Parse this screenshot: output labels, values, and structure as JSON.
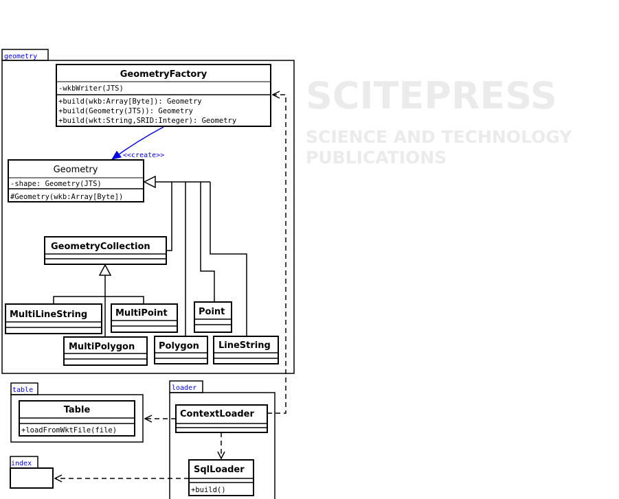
{
  "watermark": {
    "line1": "SCITEPRESS",
    "line2": "SCIENCE AND TECHNOLOGY PUBLICATIONS"
  },
  "packages": {
    "geometry": "geometry",
    "table": "table",
    "loader": "loader",
    "index": "index"
  },
  "classes": {
    "geometry_factory": {
      "name": "GeometryFactory",
      "attrs": [
        "-wkbWriter(JTS)"
      ],
      "ops": [
        "+build(wkb:Array[Byte]): Geometry",
        "+build(Geometry(JTS)): Geometry",
        "+build(wkt:String,SRID:Integer): Geometry"
      ]
    },
    "geometry": {
      "name": "Geometry",
      "attrs": [
        "-shape: Geometry(JTS)"
      ],
      "ops": [
        "#Geometry(wkb:Array[Byte])"
      ]
    },
    "geometry_collection": {
      "name": "GeometryCollection"
    },
    "multi_line_string": {
      "name": "MultiLineString"
    },
    "multi_point": {
      "name": "MultiPoint"
    },
    "point": {
      "name": "Point"
    },
    "multi_polygon": {
      "name": "MultiPolygon"
    },
    "polygon": {
      "name": "Polygon"
    },
    "line_string": {
      "name": "LineString"
    },
    "table": {
      "name": "Table",
      "ops": [
        "+loadFromWktFile(file)"
      ]
    },
    "context_loader": {
      "name": "ContextLoader"
    },
    "sql_loader": {
      "name": "SqlLoader",
      "ops": [
        "+build()"
      ]
    }
  },
  "relations": {
    "create_label": "<<create>>"
  },
  "colors": {
    "package_label": "#0000ee",
    "create_arrow": "#0000ee"
  }
}
